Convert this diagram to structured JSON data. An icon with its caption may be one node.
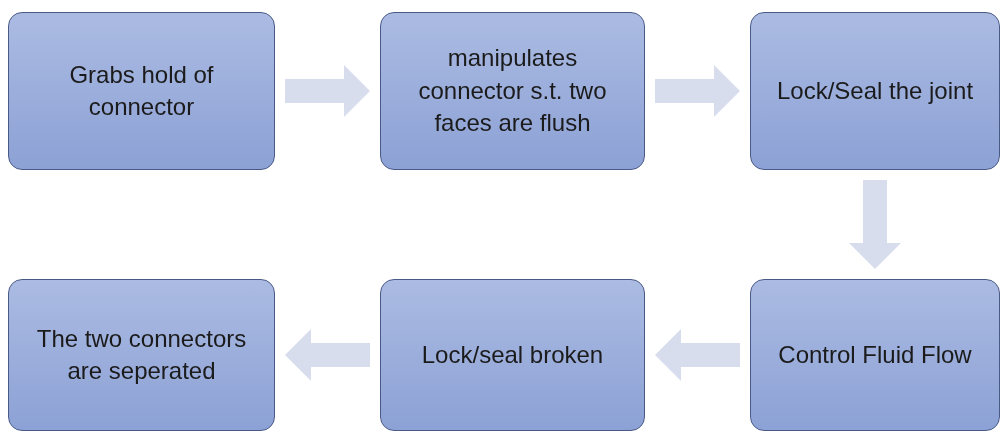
{
  "diagram": {
    "nodes": [
      {
        "text": [
          "Grabs hold of connector"
        ]
      },
      {
        "text": [
          "manipulates connector s.t. two faces are flush"
        ]
      },
      {
        "text": [
          "Lock/Seal the joint"
        ]
      },
      {
        "text": [
          "The two connectors are seperated"
        ]
      },
      {
        "text": [
          "Lock/seal broken"
        ]
      },
      {
        "text": [
          "Control Fluid Flow"
        ]
      }
    ],
    "edges": [
      {
        "from": 0,
        "to": 1,
        "arrow": "to"
      },
      {
        "from": 1,
        "to": 2,
        "arrow": "to"
      },
      {
        "from": 2,
        "to": 5,
        "arrow": "to"
      },
      {
        "from": 5,
        "to": 4,
        "arrow": "to"
      },
      {
        "from": 4,
        "to": 3,
        "arrow": "to"
      }
    ]
  }
}
